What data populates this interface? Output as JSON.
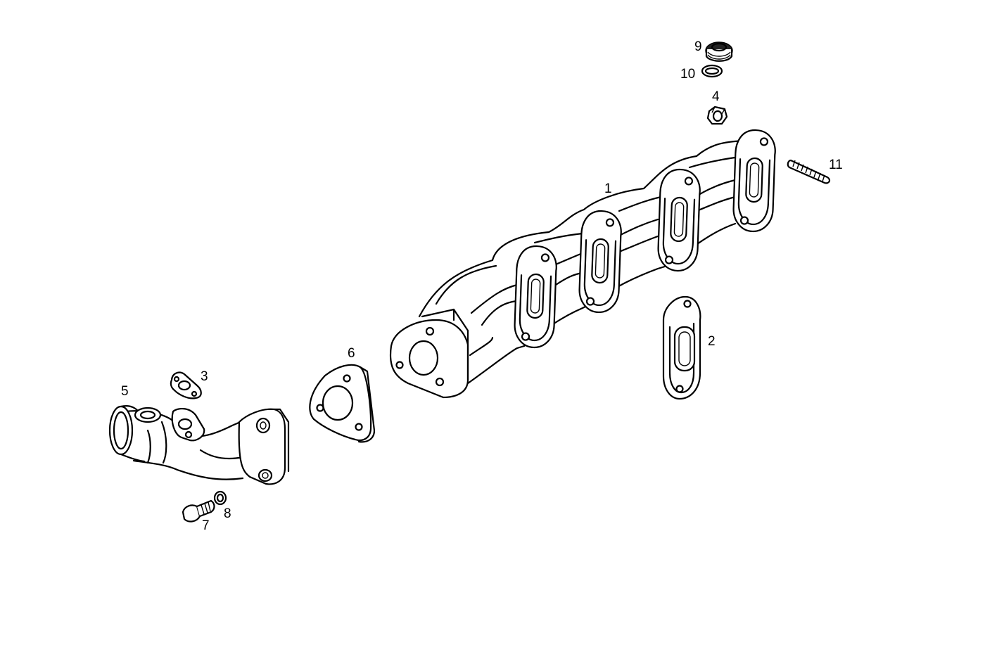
{
  "colors": {
    "ink": "#000000",
    "paper": "#ffffff"
  },
  "callouts": {
    "c1": "1",
    "c2": "2",
    "c3": "3",
    "c4": "4",
    "c5": "5",
    "c6": "6",
    "c7": "7",
    "c8": "8",
    "c9": "9",
    "c10": "10",
    "c11": "11"
  }
}
